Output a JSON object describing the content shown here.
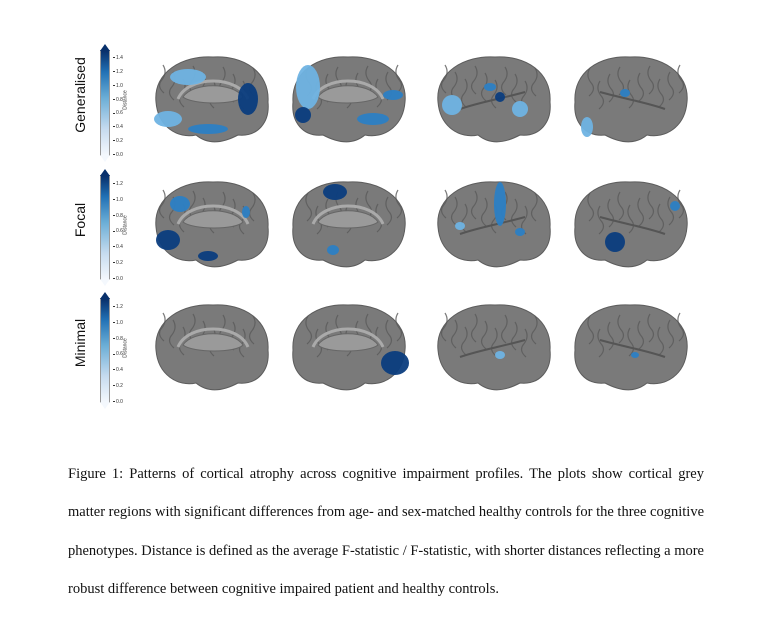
{
  "figure": {
    "rows": [
      {
        "label": "Generalised",
        "colorbar": {
          "label": "Distance",
          "ticks": [
            "0.0",
            "0.2",
            "0.4",
            "0.6",
            "0.8",
            "1.0",
            "1.2",
            "1.4"
          ],
          "max": 1.5
        }
      },
      {
        "label": "Focal",
        "colorbar": {
          "label": "Distance",
          "ticks": [
            "0.0",
            "0.2",
            "0.4",
            "0.6",
            "0.8",
            "1.0",
            "1.2"
          ],
          "max": 1.3
        }
      },
      {
        "label": "Minimal",
        "colorbar": {
          "label": "Distance",
          "ticks": [
            "0.0",
            "0.2",
            "0.4",
            "0.6",
            "0.8",
            "1.0",
            "1.2"
          ],
          "max": 1.3
        }
      }
    ],
    "views": [
      "medial-left",
      "medial-right",
      "lateral-left",
      "lateral-right"
    ],
    "colors": {
      "cortex": "#7a7a7a",
      "light": "#6fb3e3",
      "mid": "#2c7fc4",
      "dark": "#0b3d7e"
    }
  },
  "caption": "Figure 1: Patterns of cortical atrophy across cognitive impairment profiles. The plots show cortical grey matter regions with significant differences from age- and sex-matched healthy controls for the three cognitive phenotypes.  Distance is defined as the average F-statistic / F-statistic, with shorter distances reflecting a more robust difference between cognitive impaired patient and healthy controls."
}
